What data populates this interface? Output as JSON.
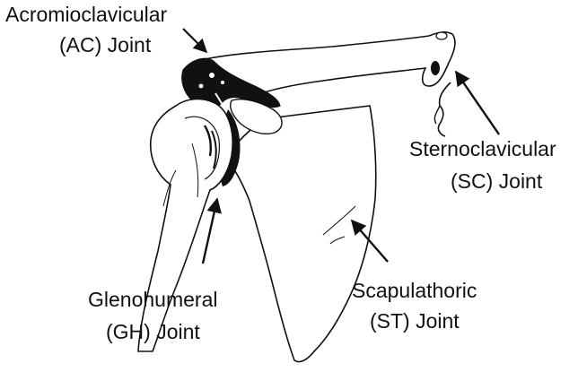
{
  "labels": {
    "ac": {
      "line1": "Acromioclavicular",
      "line2": "(AC) Joint"
    },
    "sc": {
      "line1": "Sternoclavicular",
      "line2": "(SC)  Joint"
    },
    "gh": {
      "line1": "Glenohumeral",
      "line2": "(GH) Joint"
    },
    "st": {
      "line1": "Scapulathoric",
      "line2": "(ST) Joint"
    }
  },
  "colors": {
    "ink": "#111111",
    "background": "#ffffff"
  }
}
